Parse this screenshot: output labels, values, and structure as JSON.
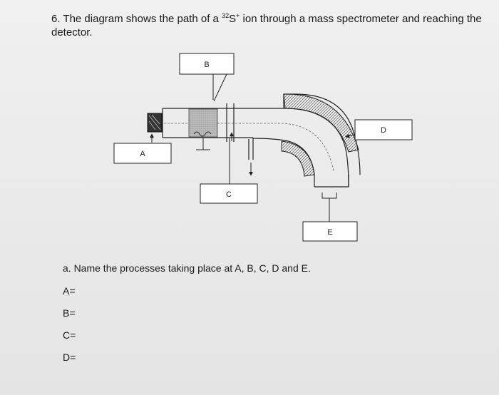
{
  "question": {
    "number": "6.",
    "text_before": "The diagram shows the path of a",
    "isotope_mass": "32",
    "ion_symbol": "S",
    "ion_charge": "+",
    "text_after": "ion through a mass spectrometer and reaching the",
    "line2": "detector."
  },
  "diagram": {
    "labels": {
      "A": "A",
      "B": "B",
      "C": "C",
      "D": "D",
      "E": "E"
    }
  },
  "subquestion": {
    "text": "a. Name the processes taking place at A, B, C, D and E."
  },
  "answers": [
    {
      "label": "A="
    },
    {
      "label": "B="
    },
    {
      "label": "C="
    },
    {
      "label": "D="
    }
  ]
}
